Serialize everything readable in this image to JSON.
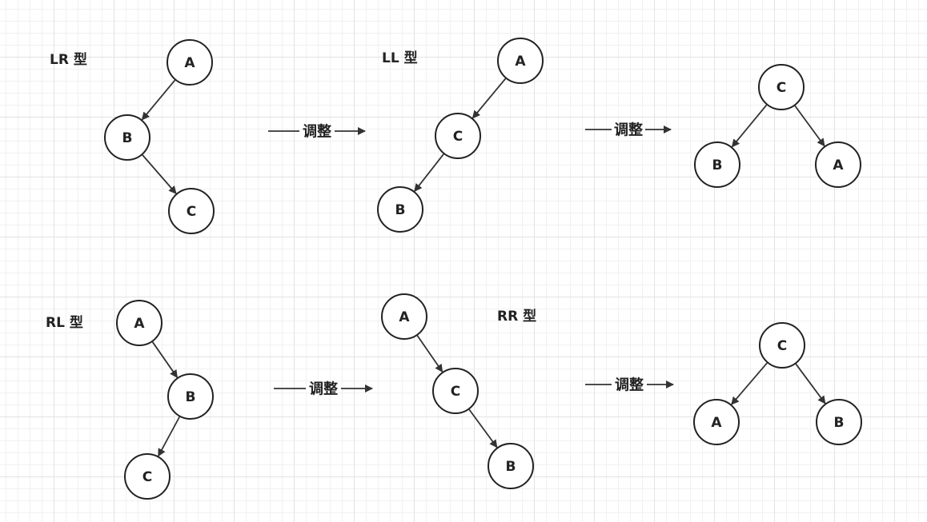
{
  "labels": {
    "lr": "LR 型",
    "ll": "LL 型",
    "rl": "RL 型",
    "rr": "RR 型"
  },
  "adjust": "调整",
  "colors": {
    "stroke": "#222222",
    "fill": "#ffffff",
    "grid": "#e3e3e3"
  },
  "trees": [
    {
      "id": "lr",
      "nodes": [
        {
          "id": "A",
          "label": "A"
        },
        {
          "id": "B",
          "label": "B"
        },
        {
          "id": "C",
          "label": "C"
        }
      ],
      "edges": [
        [
          "A",
          "B"
        ],
        [
          "B",
          "C"
        ]
      ]
    },
    {
      "id": "ll",
      "nodes": [
        {
          "id": "A",
          "label": "A"
        },
        {
          "id": "C",
          "label": "C"
        },
        {
          "id": "B",
          "label": "B"
        }
      ],
      "edges": [
        [
          "A",
          "C"
        ],
        [
          "C",
          "B"
        ]
      ]
    },
    {
      "id": "balanced-top",
      "nodes": [
        {
          "id": "C",
          "label": "C"
        },
        {
          "id": "B",
          "label": "B"
        },
        {
          "id": "A",
          "label": "A"
        }
      ],
      "edges": [
        [
          "C",
          "B"
        ],
        [
          "C",
          "A"
        ]
      ]
    },
    {
      "id": "rl",
      "nodes": [
        {
          "id": "A",
          "label": "A"
        },
        {
          "id": "B",
          "label": "B"
        },
        {
          "id": "C",
          "label": "C"
        }
      ],
      "edges": [
        [
          "A",
          "B"
        ],
        [
          "B",
          "C"
        ]
      ]
    },
    {
      "id": "rr",
      "nodes": [
        {
          "id": "A",
          "label": "A"
        },
        {
          "id": "C",
          "label": "C"
        },
        {
          "id": "B",
          "label": "B"
        }
      ],
      "edges": [
        [
          "A",
          "C"
        ],
        [
          "C",
          "B"
        ]
      ]
    },
    {
      "id": "balanced-bottom",
      "nodes": [
        {
          "id": "C",
          "label": "C"
        },
        {
          "id": "A",
          "label": "A"
        },
        {
          "id": "B",
          "label": "B"
        }
      ],
      "edges": [
        [
          "C",
          "A"
        ],
        [
          "C",
          "B"
        ]
      ]
    }
  ]
}
